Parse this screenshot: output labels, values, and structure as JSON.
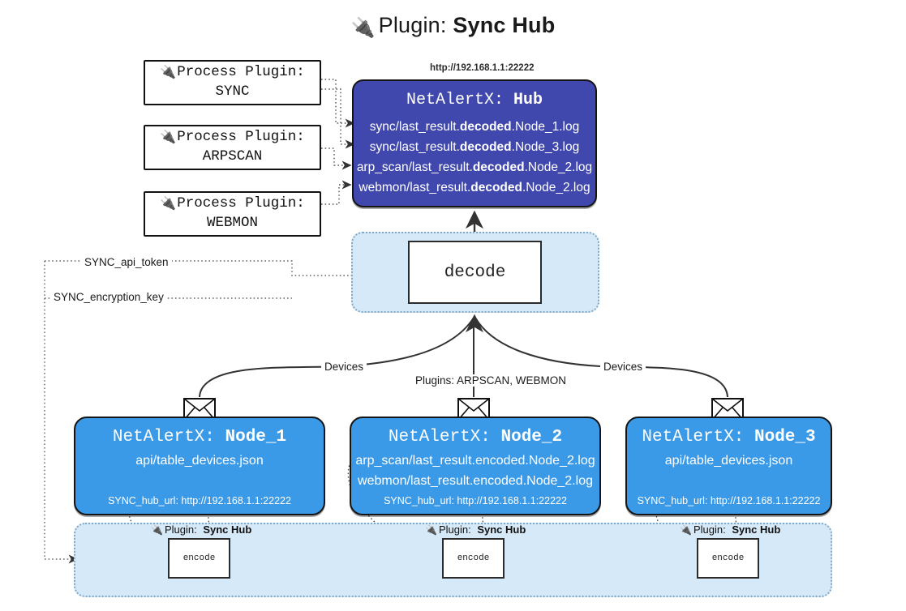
{
  "title": {
    "prefix": "Plugin:",
    "name": "Sync Hub",
    "icon": "plug-icon"
  },
  "colors": {
    "hub_fill": "#4048ad",
    "node_fill": "#3b9ae8",
    "cluster_fill": "#d6e9f8",
    "cluster_border": "#7fa8c9",
    "box_border": "#141414",
    "text_light": "#ffffff"
  },
  "process_plugins": [
    {
      "label": "Process Plugin:",
      "name": "SYNC",
      "icon": "plug-icon"
    },
    {
      "label": "Process Plugin:",
      "name": "ARPSCAN",
      "icon": "plug-icon"
    },
    {
      "label": "Process Plugin:",
      "name": "WEBMON",
      "icon": "plug-icon"
    }
  ],
  "hub": {
    "url": "http://192.168.1.1:22222",
    "title_prefix": "NetAlertX:",
    "title_name": "Hub",
    "logs": [
      {
        "pre": "sync/last_result.",
        "em": "decoded",
        "post": ".Node_1.log"
      },
      {
        "pre": "sync/last_result.",
        "em": "decoded",
        "post": ".Node_3.log"
      },
      {
        "pre": "arp_scan/last_result.",
        "em": "decoded",
        "post": ".Node_2.log"
      },
      {
        "pre": "webmon/last_result.",
        "em": "decoded",
        "post": ".Node_2.log"
      }
    ]
  },
  "decode": {
    "label": "decode"
  },
  "secrets": [
    {
      "label": "SYNC_api_token"
    },
    {
      "label": "SYNC_encryption_key"
    }
  ],
  "edge_labels": {
    "devices_left": "Devices",
    "devices_right": "Devices",
    "plugins_center": "Plugins: ARPSCAN, WEBMON"
  },
  "nodes": [
    {
      "title_prefix": "NetAlertX:",
      "title_name": "Node_1",
      "lines": [
        "api/table_devices.json"
      ],
      "foot": "SYNC_hub_url: http://192.168.1.1:22222",
      "icon": "envelope-icon"
    },
    {
      "title_prefix": "NetAlertX:",
      "title_name": "Node_2",
      "lines": [
        "arp_scan/last_result.encoded.Node_2.log",
        "webmon/last_result.encoded.Node_2.log"
      ],
      "foot": "SYNC_hub_url: http://192.168.1.1:22222",
      "icon": "envelope-icon"
    },
    {
      "title_prefix": "NetAlertX:",
      "title_name": "Node_3",
      "lines": [
        "api/table_devices.json"
      ],
      "foot": "SYNC_hub_url: http://192.168.1.1:22222",
      "icon": "envelope-icon"
    }
  ],
  "encoders": [
    {
      "plugin_label": "Plugin:",
      "plugin_name": "Sync Hub",
      "box_label": "encode",
      "icon": "plug-icon"
    },
    {
      "plugin_label": "Plugin:",
      "plugin_name": "Sync Hub",
      "box_label": "encode",
      "icon": "plug-icon"
    },
    {
      "plugin_label": "Plugin:",
      "plugin_name": "Sync Hub",
      "box_label": "encode",
      "icon": "plug-icon"
    }
  ]
}
